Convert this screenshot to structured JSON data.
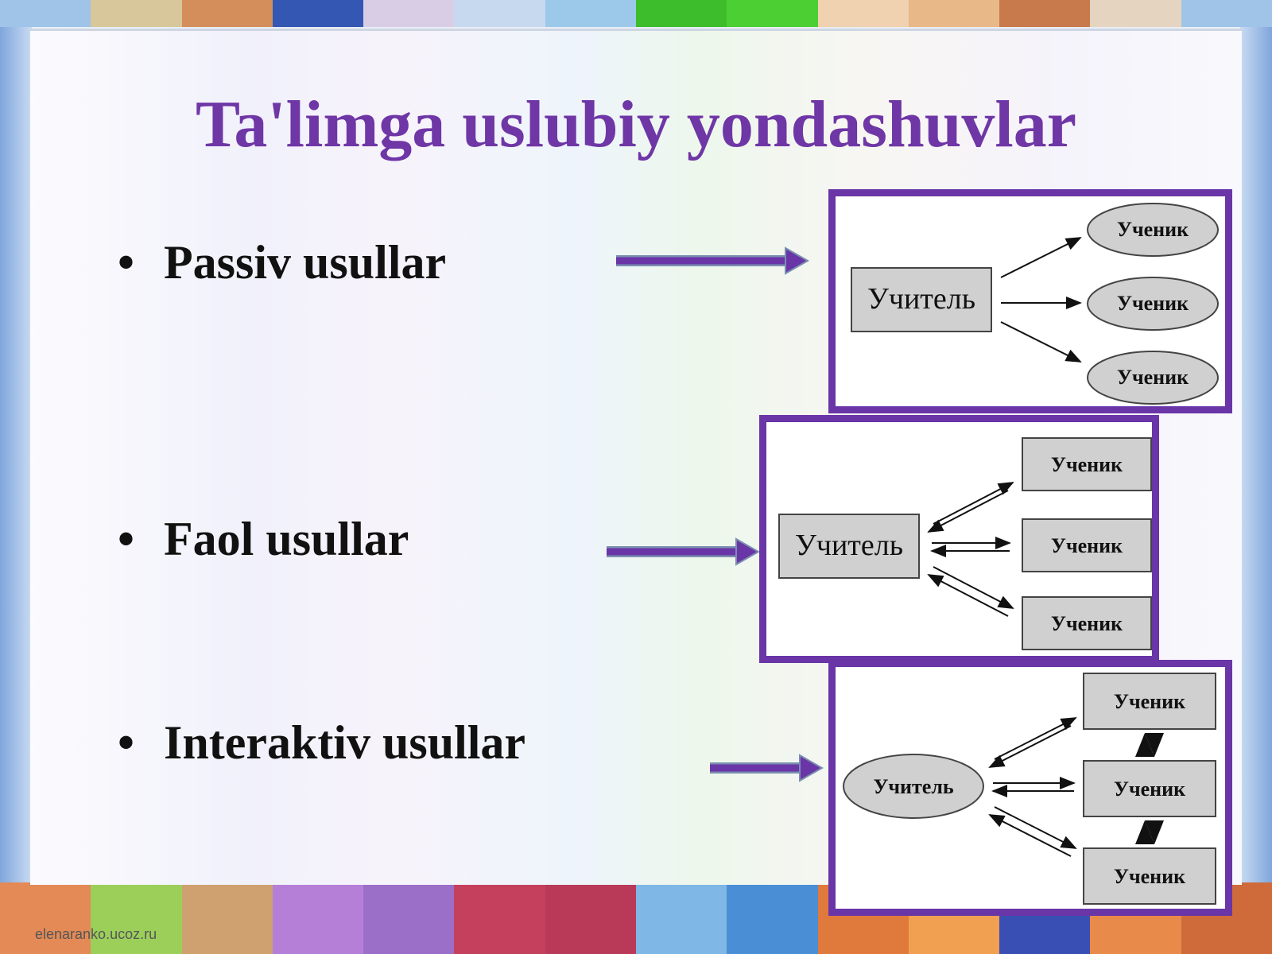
{
  "slide": {
    "title": "Ta'limga uslubiy yondashuvlar",
    "bullets": [
      "Passiv usullar",
      "Faol usullar",
      "Interaktiv usullar"
    ],
    "bullet_glyph": "•",
    "credit": "elenaranko.ucoz.ru"
  },
  "diagrams": {
    "passive": {
      "teacher": "Учитель",
      "students": [
        "Ученик",
        "Ученик",
        "Ученик"
      ]
    },
    "active": {
      "teacher": "Учитель",
      "students": [
        "Ученик",
        "Ученик",
        "Ученик"
      ]
    },
    "interactive": {
      "teacher": "Учитель",
      "students": [
        "Ученик",
        "Ученик",
        "Ученик"
      ]
    }
  },
  "colors": {
    "accent_purple": "#6a35a7",
    "node_gray": "#d0d0d0",
    "text_dark": "#111111"
  }
}
